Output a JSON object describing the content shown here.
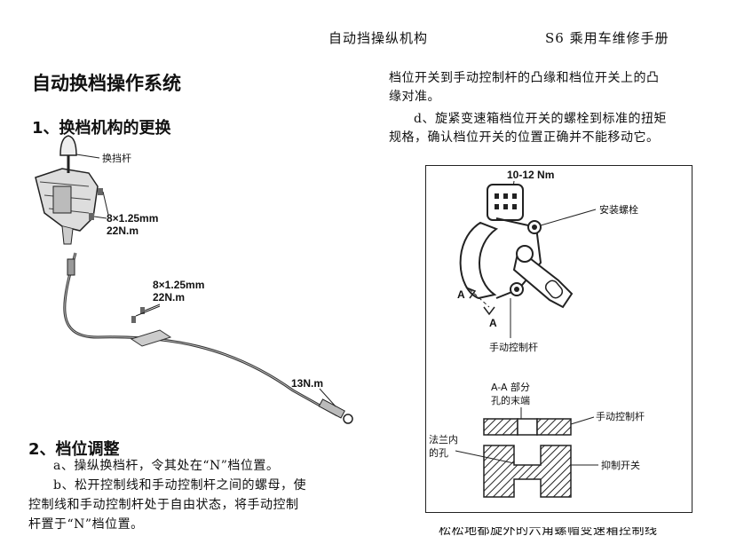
{
  "header": {
    "section": "自动挡操纵机构",
    "manual": "S6 乘用车维修手册"
  },
  "main_title": "自动换档操作系统",
  "section1": {
    "heading": "1、换档机构的更换",
    "fig": {
      "lever_label": "换挡杆",
      "bolt1_spec": "8×1.25mm",
      "bolt1_torque": "22N.m",
      "bolt2_spec": "8×1.25mm",
      "bolt2_torque": "22N.m",
      "nut_torque": "13N.m"
    }
  },
  "section2": {
    "heading": "2、档位调整",
    "step_a": "a、操纵换档杆，令其处在“N”档位置。",
    "step_b_line1": "b、松开控制线和手动控制杆之间的螺母，使",
    "step_b_line2": "控制线和手动控制杆处于自由状态，将手动控制",
    "step_b_line3": "杆置于“N”档位置。"
  },
  "right_col": {
    "c_line1": "档位开关到手动控制杆的凸缘和档位开关上的凸",
    "c_line2": "缘对准。",
    "d_line1": "d、旋紧变速箱档位开关的螺栓到标准的扭矩",
    "d_line2": "规格，确认档位开关的位置正确并不能移动它。",
    "cut_text": "松松地都旋外的六角螺帽变速箱控制线"
  },
  "figure2": {
    "torque": "10-12 Nm",
    "mount_bolt": "安装螺栓",
    "section_a_left": "A",
    "section_a_bottom": "A",
    "manual_lever": "手动控制杆",
    "aa_line1": "A-A 部分",
    "aa_line2": "孔的末端",
    "manual_lever2": "手动控制杆",
    "flange_line1": "法兰内",
    "flange_line2": "的孔",
    "inhibitor_switch": "抑制开关"
  }
}
